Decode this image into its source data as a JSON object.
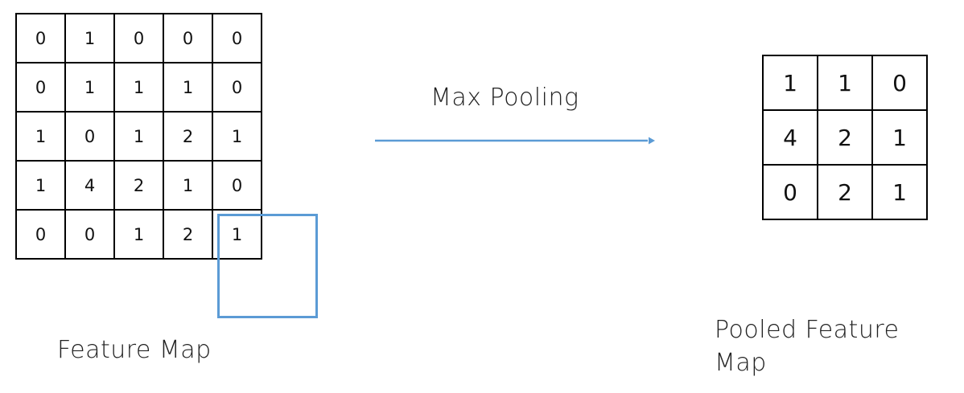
{
  "feature_map": {
    "label": "Feature Map",
    "rows": [
      [
        "0",
        "1",
        "0",
        "0",
        "0"
      ],
      [
        "0",
        "1",
        "1",
        "1",
        "0"
      ],
      [
        "1",
        "0",
        "1",
        "2",
        "1"
      ],
      [
        "1",
        "4",
        "2",
        "1",
        "0"
      ],
      [
        "0",
        "0",
        "1",
        "2",
        "1"
      ]
    ]
  },
  "operation": {
    "label": "Max Pooling",
    "arrow_color": "#5b9bd5"
  },
  "pooled_map": {
    "label": "Pooled Feature Map",
    "rows": [
      [
        "1",
        "1",
        "0"
      ],
      [
        "4",
        "2",
        "1"
      ],
      [
        "0",
        "2",
        "1"
      ]
    ]
  },
  "pooling_window": {
    "color": "#5b9bd5"
  }
}
